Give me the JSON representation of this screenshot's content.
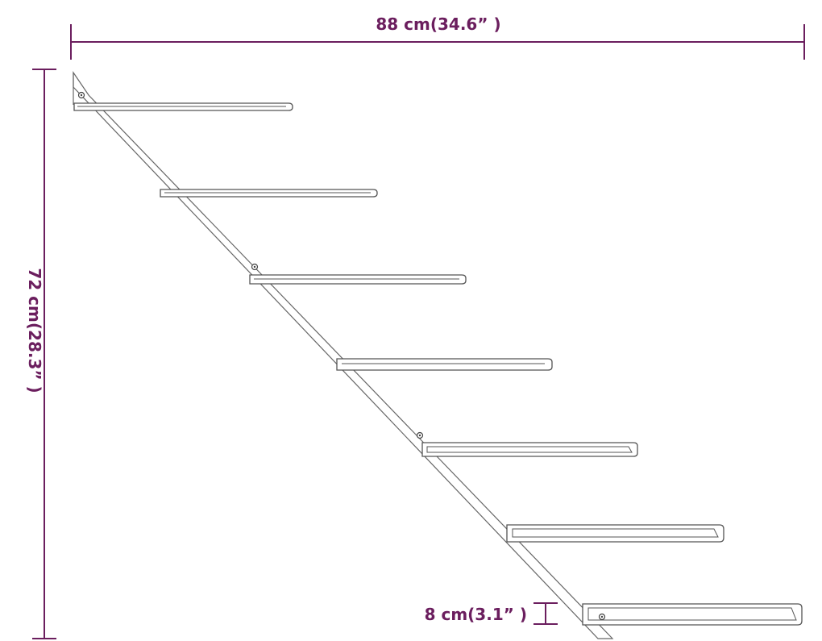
{
  "dimensions": {
    "width_label": "88 cm(34.6” )",
    "height_label": "72 cm(28.3” )",
    "step_label": "8 cm(3.1” )"
  },
  "colors": {
    "dimension": "#6b1e5e",
    "line_art": "#555555"
  }
}
